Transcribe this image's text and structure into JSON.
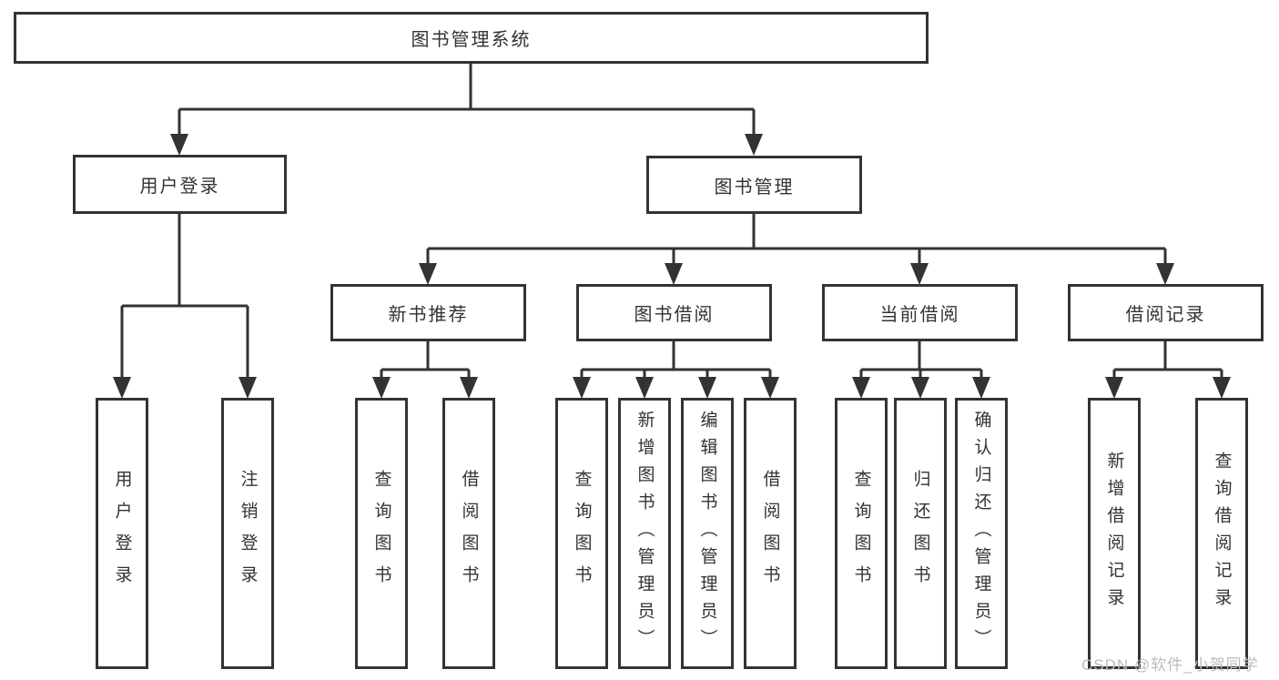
{
  "colors": {
    "line": "#333333",
    "text": "#333333",
    "background": "#ffffff",
    "watermark": "#bcbcbc"
  },
  "watermark": {
    "text": "CSDN @软件_小贺同学"
  },
  "tree": {
    "label": "图书管理系统",
    "children": [
      {
        "label": "用户登录",
        "children": [
          {
            "label": "用户登录"
          },
          {
            "label": "注销登录"
          }
        ]
      },
      {
        "label": "图书管理",
        "children": [
          {
            "label": "新书推荐",
            "children": [
              {
                "label": "查询图书"
              },
              {
                "label": "借阅图书"
              }
            ]
          },
          {
            "label": "图书借阅",
            "children": [
              {
                "label": "查询图书"
              },
              {
                "label": "新增图书（管理员）"
              },
              {
                "label": "编辑图书（管理员）"
              },
              {
                "label": "借阅图书"
              }
            ]
          },
          {
            "label": "当前借阅",
            "children": [
              {
                "label": "查询图书"
              },
              {
                "label": "归还图书"
              },
              {
                "label": "确认归还（管理员）"
              }
            ]
          },
          {
            "label": "借阅记录",
            "children": [
              {
                "label": "新增借阅记录"
              },
              {
                "label": "查询借阅记录"
              }
            ]
          }
        ]
      }
    ]
  }
}
